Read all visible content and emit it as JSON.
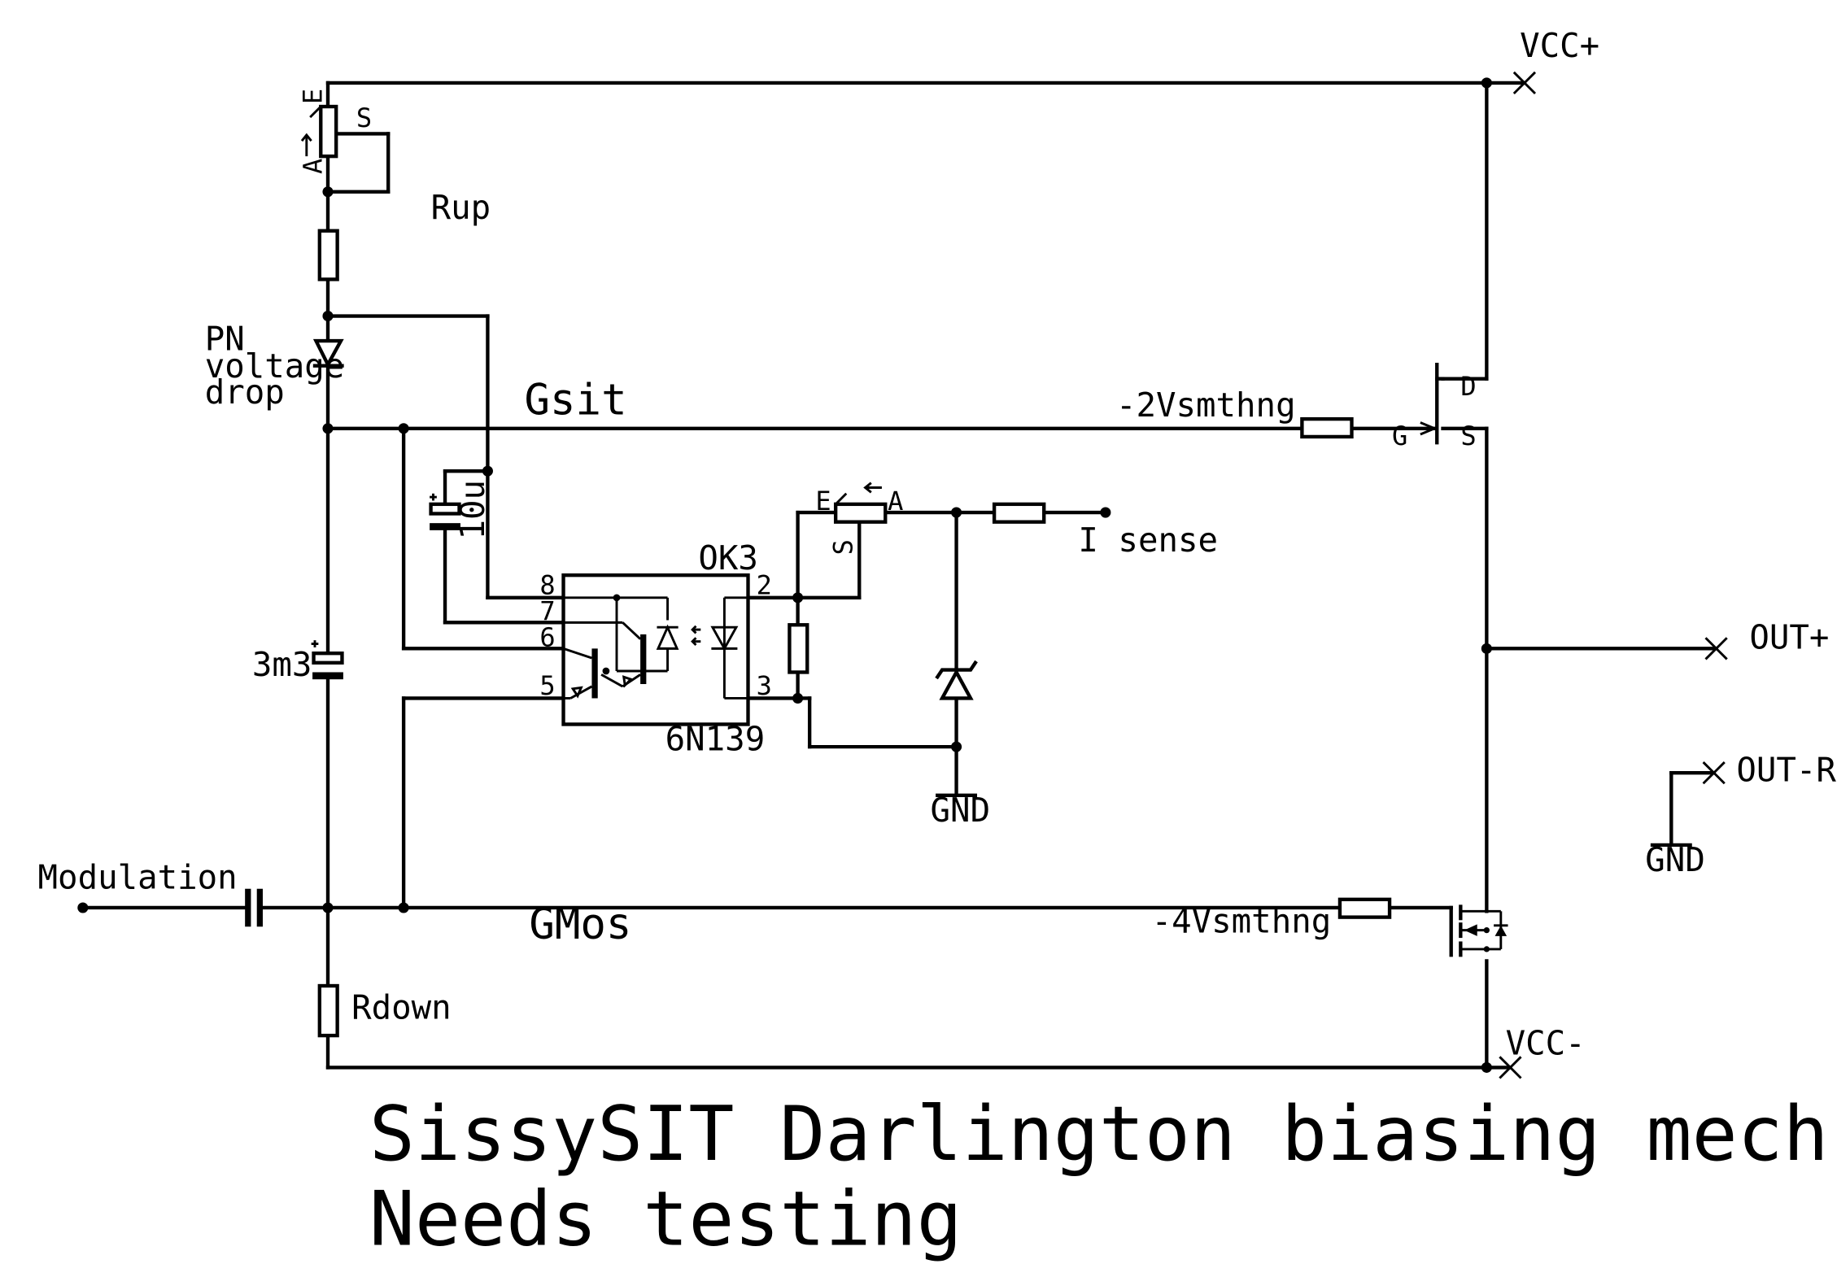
{
  "labels": {
    "vcc_plus": "VCC+",
    "vcc_minus": "VCC-",
    "out_plus": "OUT+",
    "out_r": "OUT-R",
    "gnd_right": "GND",
    "gnd_mid": "GND",
    "rup": "Rup",
    "rdown": "Rdown",
    "pn_line1": "PN",
    "pn_line2": "voltage",
    "pn_line3": "drop",
    "gsit": "Gsit",
    "gmos": "GMos",
    "v_neg2": "-2Vsmthng",
    "v_neg4": "-4Vsmthng",
    "i_sense": "I sense",
    "modulation": "Modulation",
    "cap_3m3": "3m3",
    "cap_10u": "10u",
    "ok3": "OK3",
    "part_6n139": "6N139",
    "pin8": "8",
    "pin7": "7",
    "pin6": "6",
    "pin5": "5",
    "pin2": "2",
    "pin3": "3",
    "pot1_e": "E",
    "pot1_a": "A",
    "pot1_s": "S",
    "pot2_e": "E",
    "pot2_a": "A",
    "pot2_s": "S",
    "sit_d": "D",
    "sit_g": "G",
    "sit_s": "S"
  },
  "title_line1": "SissySIT Darlington biasing mech.",
  "title_line2": "Needs testing"
}
